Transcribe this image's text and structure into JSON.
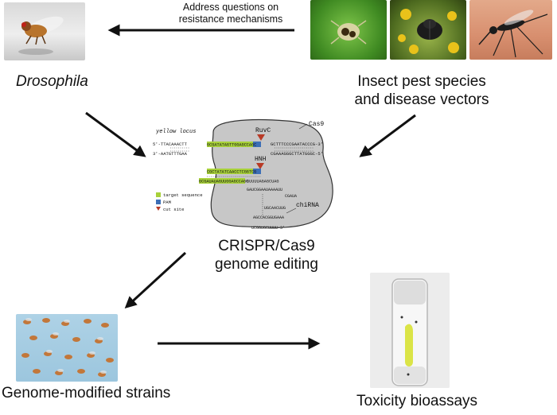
{
  "labels": {
    "drosophila": "Drosophila",
    "pests": [
      "Insect pest species",
      "and disease vectors"
    ],
    "crispr": [
      "CRISPR/Cas9",
      "genome editing"
    ],
    "strains": "Genome-modified strains",
    "bioassays": "Toxicity bioassays",
    "address": [
      "Address questions on",
      "resistance mechanisms"
    ]
  },
  "figure": {
    "cas9": "Cas9",
    "ruvc": "RuvC",
    "hnh": "HNH",
    "locus": "yellow locus",
    "chirna": "chiRNA",
    "legend": [
      "target sequence",
      "PAM",
      "cut site"
    ],
    "seq_top": "5'-TTACAAACTT",
    "seq_top2": "3'-AATGTTTGAA",
    "seq_right1": "GCTTTCCCGAATACCCG-3'",
    "seq_right2": "CGAAAGGGCTTATGGGC-5'",
    "target_top": "GCGATATAGTTGGAGCCAGC",
    "target_mid": "CGCTATATCAACCTCGGTCG",
    "spacer": "GCGAUAUAGUUGGAGCCAGC",
    "tail": "GUUUUAGAGCUAG",
    "loop1": "GAUCGGAAUAAAAUU",
    "loop2": "CGAUA",
    "stem1": "UGCAACUUG",
    "stem2": "AGCCACGGUGAAA",
    "end": "UCGGUGCUUUU-3'"
  },
  "colors": {
    "target": "#a8d13a",
    "pam": "#3d6fb6",
    "cut": "#b83a26",
    "cas9_fill": "#c7c7c7"
  }
}
